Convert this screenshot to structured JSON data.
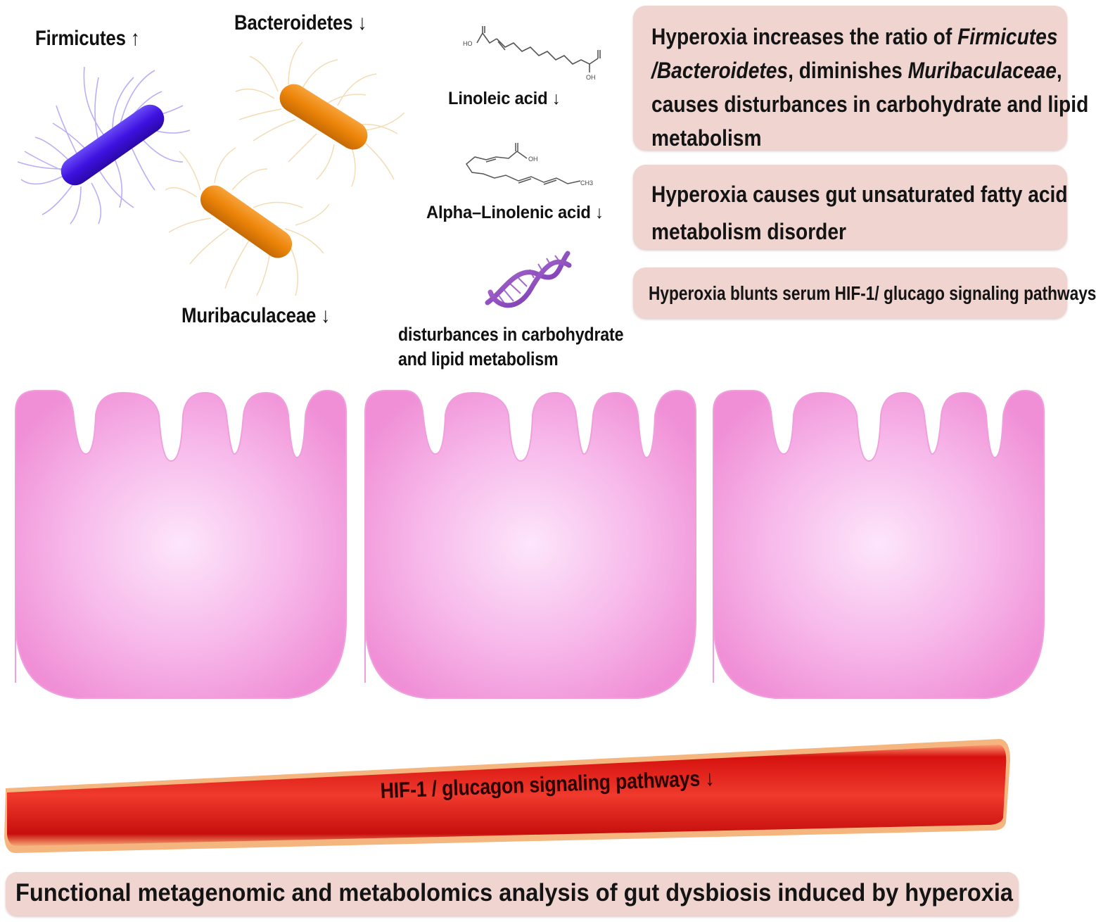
{
  "bacteria": {
    "firmicutes": {
      "name": "Firmicutes",
      "arrow": "↑",
      "color": "#4a1ee8"
    },
    "bacteroidetes": {
      "name": "Bacteroidetes",
      "arrow": "↓",
      "color": "#ef8a10"
    },
    "muribaculaceae": {
      "name": "Muribaculaceae",
      "arrow": "↓",
      "color": "#ef8a10"
    }
  },
  "metabolites": {
    "linoleic": {
      "name": "Linoleic acid",
      "arrow": "↓",
      "label_ho": "HO",
      "label_oh": "OH"
    },
    "alpha_linolenic": {
      "name": "Alpha–Linolenic acid",
      "arrow": "↓",
      "label_oh": "OH",
      "label_ch3": "CH3"
    },
    "dna_caption_line1": "disturbances in carbohydrate",
    "dna_caption_line2": "and lipid metabolism"
  },
  "findings": {
    "box1": {
      "line1_a": "Hyperoxia increases the ratio of ",
      "line1_b": "Firmicutes",
      "line2_a": "/Bacteroidetes",
      "line2_b": ", diminishes ",
      "line2_c": "Muribaculaceae",
      "line2_d": ",",
      "line3": "causes disturbances in carbohydrate and lipid",
      "line4": "metabolism"
    },
    "box2": {
      "line1": "Hyperoxia causes gut unsaturated fatty acid",
      "line2": "metabolism disorder"
    },
    "box3": {
      "line1": "Hyperoxia blunts serum HIF-1/ glucago signaling pathways"
    }
  },
  "blood_vessel": {
    "label": "HIF-1 / glucagon signaling pathways",
    "arrow": "↓",
    "color": "#e0221e"
  },
  "footer": {
    "title": "Functional metagenomic and metabolomics analysis of gut dysbiosis induced by hyperoxia"
  },
  "colors": {
    "box_bg": "#efd4d0",
    "villi_pink": "#f6a8e4",
    "firmicutes": "#4a1ee8",
    "bacteroidetes": "#ef8a10"
  }
}
